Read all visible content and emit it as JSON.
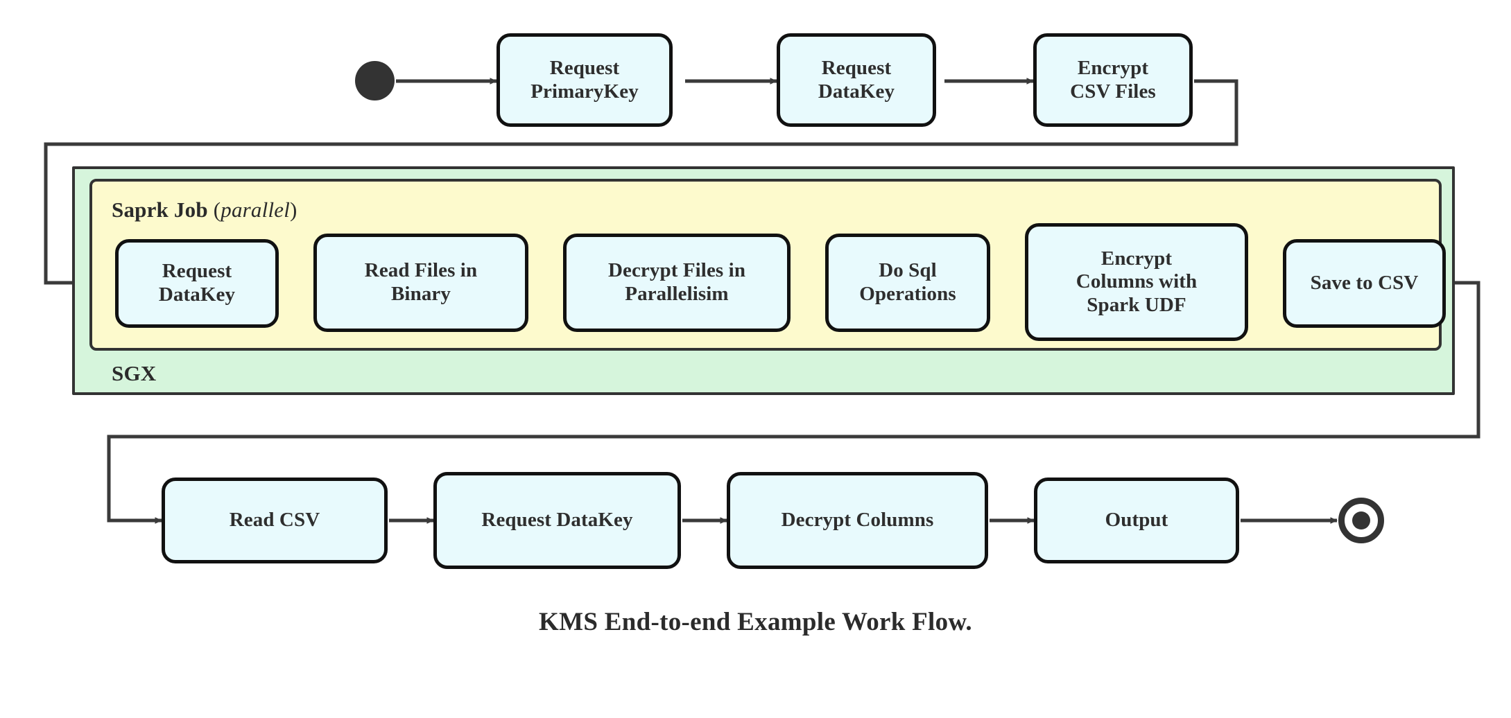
{
  "diagram": {
    "caption": "KMS End-to-end Example Work Flow.",
    "colors": {
      "node_fill": "#e8fafd",
      "node_stroke": "#111111",
      "spark_fill": "#fdfacd",
      "sgx_fill": "#d6f5dc",
      "container_stroke": "#333333",
      "edge_stroke": "#3a3a3a",
      "text": "#2e2e2e"
    },
    "containers": {
      "sgx": {
        "label": "SGX"
      },
      "spark": {
        "label_bold": "Saprk Job",
        "label_paren_open": " (",
        "label_italic": "parallel",
        "label_paren_close": ")"
      }
    },
    "markers": {
      "start": "initial-state-node",
      "end": "final-state-node"
    },
    "rows": {
      "top": [
        {
          "id": "request-primarykey",
          "lines": [
            "Request",
            "PrimaryKey"
          ]
        },
        {
          "id": "request-datakey-top",
          "lines": [
            "Request",
            "DataKey"
          ]
        },
        {
          "id": "encrypt-csv-files",
          "lines": [
            "Encrypt",
            "CSV Files"
          ]
        }
      ],
      "spark": [
        {
          "id": "request-datakey-spark",
          "lines": [
            "Request",
            "DataKey"
          ]
        },
        {
          "id": "read-files-in-binary",
          "lines": [
            "Read Files in",
            "Binary"
          ]
        },
        {
          "id": "decrypt-files-in-parallelisim",
          "lines": [
            "Decrypt Files in",
            "Parallelisim"
          ]
        },
        {
          "id": "do-sql-operations",
          "lines": [
            "Do Sql",
            "Operations"
          ]
        },
        {
          "id": "encrypt-columns-with-spark-udf",
          "lines": [
            "Encrypt",
            "Columns with",
            "Spark UDF"
          ]
        },
        {
          "id": "save-to-csv",
          "lines": [
            "Save to CSV"
          ]
        }
      ],
      "bottom": [
        {
          "id": "read-csv",
          "lines": [
            "Read CSV"
          ]
        },
        {
          "id": "request-datakey-bottom",
          "lines": [
            "Request DataKey"
          ]
        },
        {
          "id": "decrypt-columns",
          "lines": [
            "Decrypt Columns"
          ]
        },
        {
          "id": "output",
          "lines": [
            "Output"
          ]
        }
      ]
    }
  }
}
